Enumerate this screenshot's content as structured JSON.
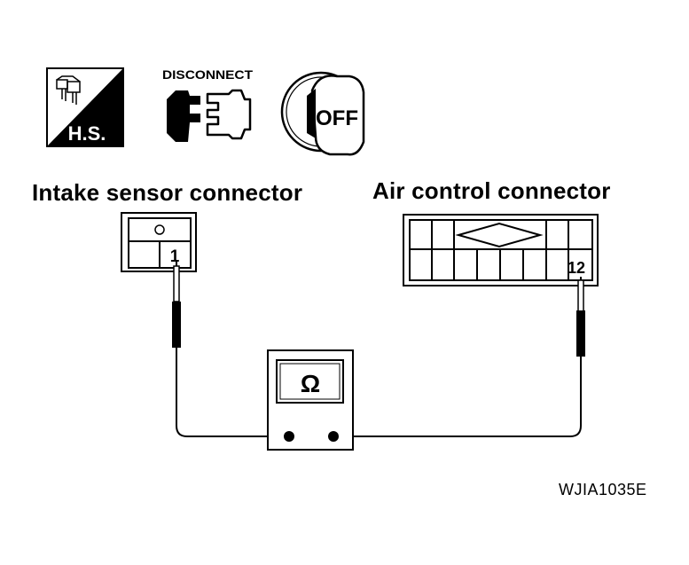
{
  "icons": {
    "harness_symbol_text": "H.S.",
    "disconnect_text": "DISCONNECT",
    "ignition_text": "OFF"
  },
  "connectors": {
    "left": {
      "label": "Intake sensor connector",
      "terminal": "1"
    },
    "right": {
      "label": "Air control connector",
      "terminal": "12"
    }
  },
  "meter": {
    "symbol": "Ω"
  },
  "figure_code": "WJIA1035E"
}
